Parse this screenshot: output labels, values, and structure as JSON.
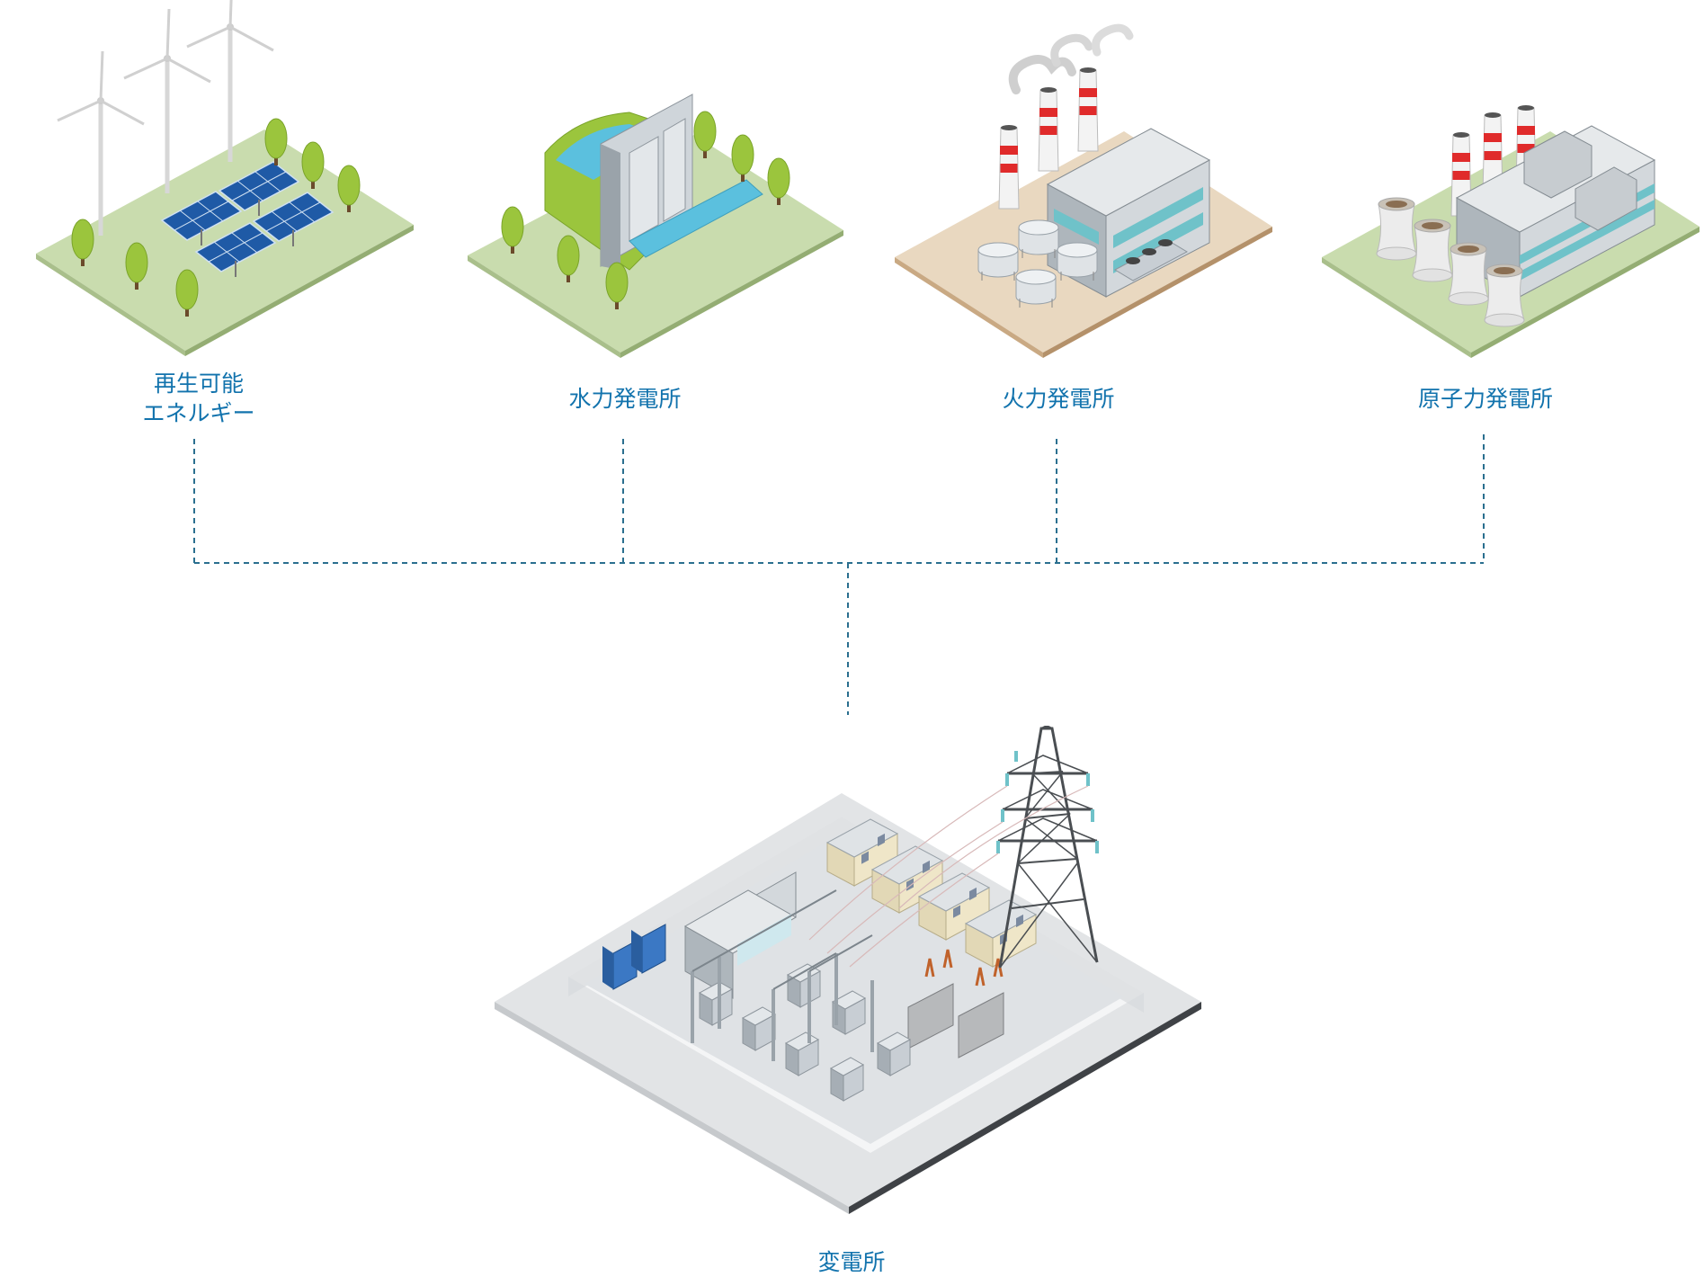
{
  "sources": [
    {
      "id": "renewable",
      "label_lines": [
        "再生可能",
        "エネルギー"
      ]
    },
    {
      "id": "hydro",
      "label_lines": [
        "水力発電所"
      ]
    },
    {
      "id": "thermal",
      "label_lines": [
        "火力発電所"
      ]
    },
    {
      "id": "nuclear",
      "label_lines": [
        "原子力発電所"
      ]
    }
  ],
  "substation": {
    "label": "変電所"
  },
  "colors": {
    "label": "#1273ad",
    "connector": "#2a6f8f",
    "grass": "#c9dcae",
    "sand": "#e9d8c0",
    "tree": "#9bc53d",
    "panel": "#1f5aa6",
    "building": "#bfc4c9",
    "glass": "#6fc2c9",
    "stripe": "#e02b2b"
  },
  "icons": [
    "wind-turbine-icon",
    "solar-panel-icon",
    "dam-icon",
    "factory-icon",
    "cooling-tower-icon",
    "transmission-tower-icon",
    "transformer-icon"
  ]
}
